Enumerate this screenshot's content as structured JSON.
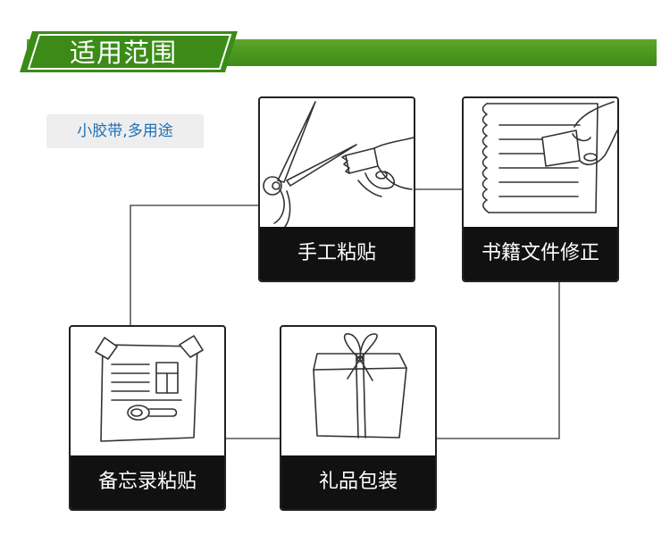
{
  "header": {
    "title": "适用范围"
  },
  "subtitle": "小胶带,多用途",
  "cards": [
    {
      "label": "手工粘贴",
      "icon": "scissors-tape-icon"
    },
    {
      "label": "书籍文件修正",
      "icon": "notebook-tape-icon"
    },
    {
      "label": "备忘录粘贴",
      "icon": "memo-document-icon"
    },
    {
      "label": "礼品包装",
      "icon": "gift-box-icon"
    }
  ],
  "colors": {
    "header_green": "#3c8b18",
    "label_bg": "#111111",
    "subtitle_blue": "#1f6fb8"
  }
}
